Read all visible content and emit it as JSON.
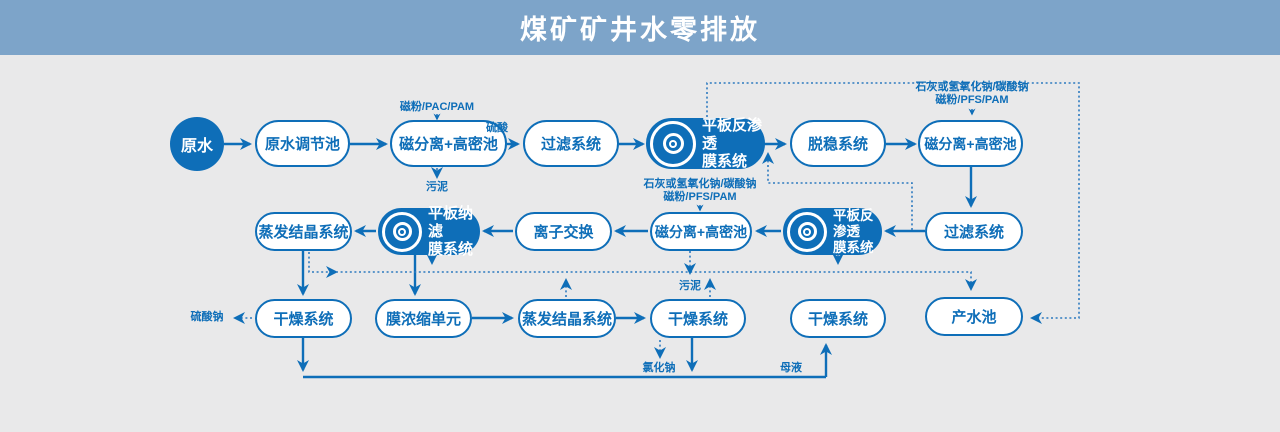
{
  "banner": {
    "title": "煤矿矿井水零排放"
  },
  "colors": {
    "banner": "#7da4c9",
    "primary": "#0e6eb8",
    "background": "#e9e9ea",
    "dotted_line": "#2e7abf"
  },
  "nodes": {
    "raw_water": "原水",
    "r1_pool": "原水调节池",
    "r1_magsep": "磁分离+高密池",
    "r1_filter": "过滤系统",
    "r1_ro": "平板反渗透\n膜系统",
    "r1_destab": "脱稳系统",
    "r1_magsep2": "磁分离+高密池",
    "r2_filter": "过滤系统",
    "r2_ro": "平板反渗透\n膜系统",
    "r2_magsep": "磁分离+高密池",
    "r2_ion": "离子交换",
    "r2_nf": "平板纳滤\n膜系统",
    "r2_evap": "蒸发结晶系统",
    "r3_dry1": "干燥系统",
    "r3_memconc": "膜浓缩单元",
    "r3_evap": "蒸发结晶系统",
    "r3_dry2": "干燥系统",
    "r3_dry3": "干燥系统",
    "r3_pool": "产水池"
  },
  "labels": {
    "dosing_magpowder_pac": "磁粉/PAC/PAM",
    "sulfuric_acid": "硫酸",
    "sludge_1": "污泥",
    "dosing_lime_1_line1": "石灰或氢氧化钠/碳酸钠",
    "dosing_lime_1_line2": "磁粉/PFS/PAM",
    "dosing_lime_2_line1": "石灰或氢氧化钠/碳酸钠",
    "dosing_lime_2_line2": "磁粉/PFS/PAM",
    "sludge_2": "污泥",
    "sodium_sulfate": "硫酸钠",
    "sodium_chloride": "氯化钠",
    "mother_liquor": "母液"
  }
}
